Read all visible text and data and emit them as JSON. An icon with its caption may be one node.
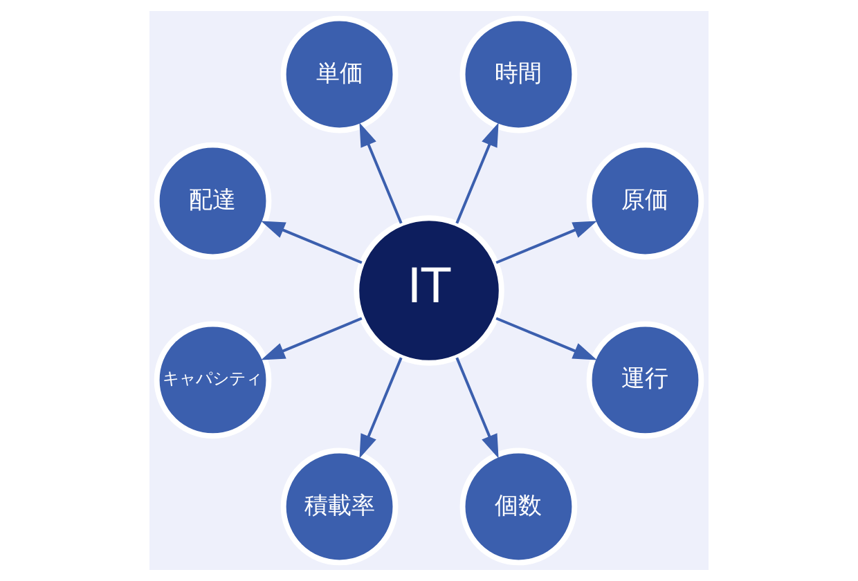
{
  "diagram": {
    "nodes": [
      {
        "text": [
          "IT"
        ]
      },
      {
        "text": [
          "原価"
        ]
      },
      {
        "text": [
          "時間"
        ]
      },
      {
        "text": [
          "単価"
        ]
      },
      {
        "text": [
          "配達"
        ]
      },
      {
        "text": [
          "キャパシティ"
        ]
      },
      {
        "text": [
          "積載率"
        ]
      },
      {
        "text": [
          "個数"
        ]
      },
      {
        "text": [
          "運行"
        ]
      }
    ],
    "edges": [
      {
        "from": 0,
        "to": 1,
        "arrow": "to"
      },
      {
        "from": 0,
        "to": 2,
        "arrow": "to"
      },
      {
        "from": 0,
        "to": 3,
        "arrow": "to"
      },
      {
        "from": 0,
        "to": 4,
        "arrow": "to"
      },
      {
        "from": 0,
        "to": 5,
        "arrow": "to"
      },
      {
        "from": 0,
        "to": 6,
        "arrow": "to"
      },
      {
        "from": 0,
        "to": 7,
        "arrow": "to"
      },
      {
        "from": 0,
        "to": 8,
        "arrow": "to"
      }
    ]
  }
}
